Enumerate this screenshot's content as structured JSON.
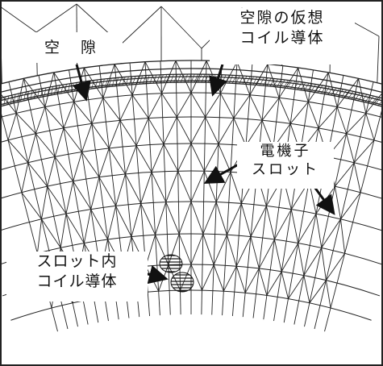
{
  "labels": {
    "air_gap": "空 隙",
    "air_gap_virtual_coil": {
      "line1": "空隙の仮想",
      "line2": "コイル導体"
    },
    "armature_slot": {
      "line1": "電機子",
      "line2": "スロット"
    },
    "slot_coil": {
      "line1": "スロット内",
      "line2": "コイル導体"
    }
  },
  "colors": {
    "ink": "#111111",
    "background": "#ffffff"
  }
}
